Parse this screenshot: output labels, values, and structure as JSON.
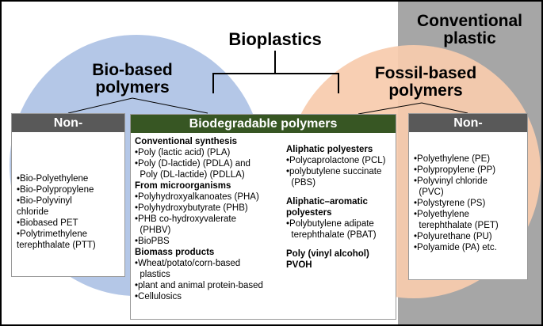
{
  "titles": {
    "bioplastics": "Bioplastics",
    "bio_based": "Bio-based polymers",
    "fossil_based": "Fossil-based polymers",
    "conventional": "Conventional plastic"
  },
  "left_box": {
    "header": "Non-",
    "items": [
      "•Bio-Polyethylene",
      "•Bio-Polypropylene",
      "•Bio-Polyvinyl",
      "chloride",
      "•Biobased PET",
      "•Polytrimethylene",
      "terephthalate (PTT)"
    ]
  },
  "center_box": {
    "header": "Biodegradable polymers",
    "col1": [
      {
        "text": "Conventional synthesis",
        "heading": true
      },
      {
        "text": "•Poly (lactic acid) (PLA)"
      },
      {
        "text": "•Poly (D-lactide) (PDLA) and"
      },
      {
        "text": "  Poly (DL-lactide) (PDLLA)"
      },
      {
        "text": "From microorganisms",
        "heading": true
      },
      {
        "text": "•Polyhydroxyalkanoates (PHA)"
      },
      {
        "text": "•Polyhydroxybutyrate (PHB)"
      },
      {
        "text": "•PHB co-hydroxyvalerate"
      },
      {
        "text": "  (PHBV)"
      },
      {
        "text": "•BioPBS"
      },
      {
        "text": "Biomass products",
        "heading": true
      },
      {
        "text": "•Wheat/potato/corn-based"
      },
      {
        "text": "  plastics"
      },
      {
        "text": "•plant and animal protein-based"
      },
      {
        "text": "•Cellulosics"
      }
    ],
    "col2": [
      {
        "text": "",
        "spacer": 10
      },
      {
        "text": "Aliphatic polyesters",
        "heading": true
      },
      {
        "text": "•Polycaprolactone (PCL)"
      },
      {
        "text": "•polybutylene succinate"
      },
      {
        "text": "  (PBS)"
      },
      {
        "text": "",
        "spacer": 10
      },
      {
        "text": "Aliphatic–aromatic",
        "heading": true
      },
      {
        "text": "polyesters",
        "heading": true
      },
      {
        "text": "•Polybutylene adipate"
      },
      {
        "text": "  terephthalate (PBAT)"
      },
      {
        "text": "",
        "spacer": 10
      },
      {
        "text": "Poly (vinyl alcohol)",
        "heading": true
      },
      {
        "text": "PVOH",
        "heading": true
      }
    ]
  },
  "right_box": {
    "header": "Non-",
    "items": [
      "•Polyethylene (PE)",
      "•Polypropylene (PP)",
      "•Polyvinyl chloride",
      "  (PVC)",
      "•Polystyrene (PS)",
      "•Polyethylene",
      "  terephthalate (PET)",
      "•Polyurethane (PU)",
      "•Polyamide (PA) etc."
    ]
  },
  "colors": {
    "bio_circle": "#b4c7e7",
    "fossil_circle": "#f8cbad",
    "conventional_bg": "#a6a6a6",
    "green_header": "#375623",
    "gray_header": "#595959"
  }
}
